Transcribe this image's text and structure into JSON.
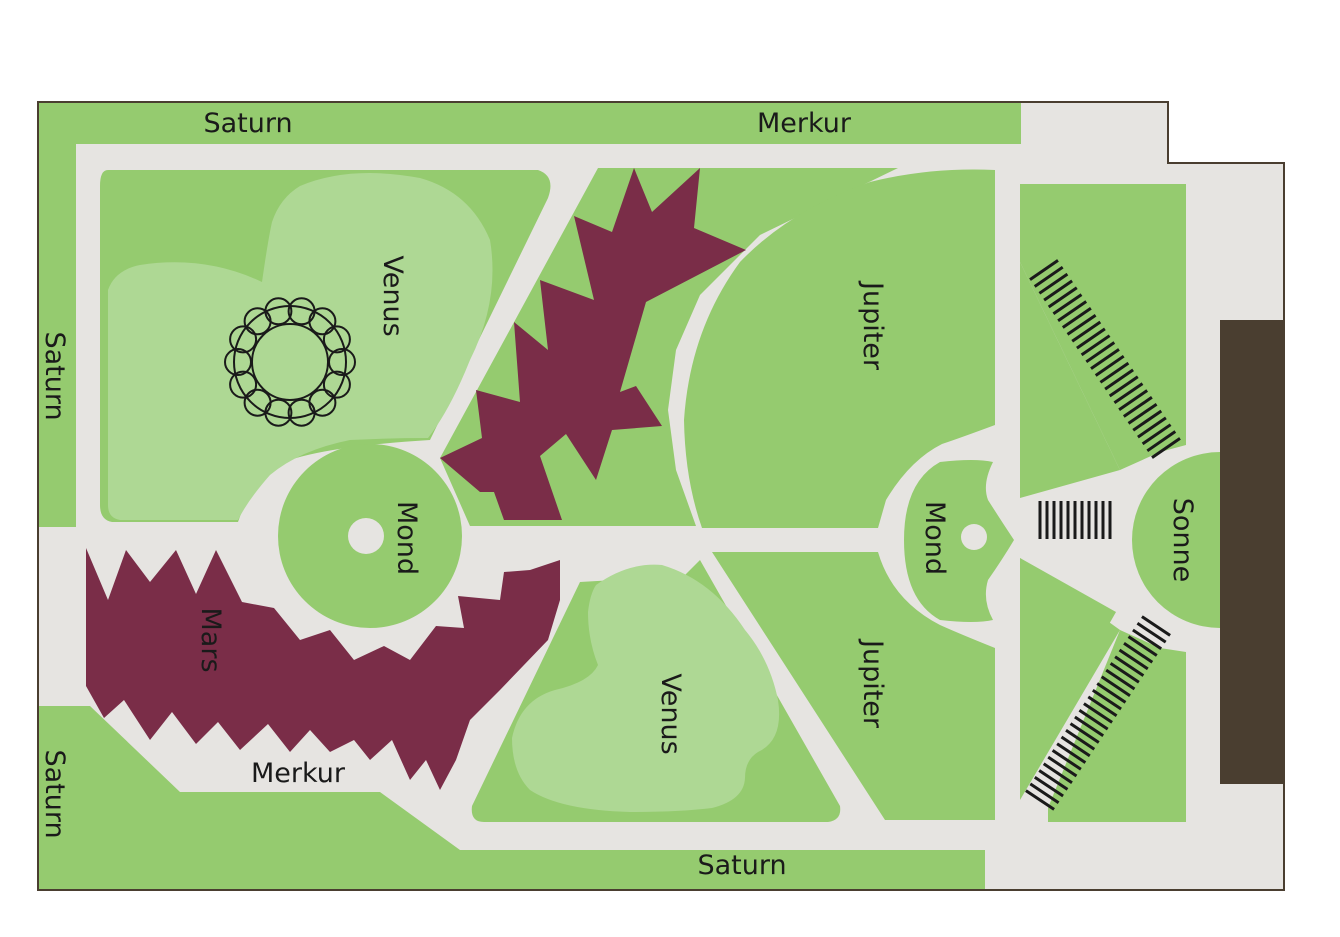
{
  "colors": {
    "path": "#e6e4e1",
    "lawn": "#95cb6f",
    "light_lawn": "#aed894",
    "mars_bed": "#7a2d48",
    "border": "#4a3e30",
    "building": "#4a3e30",
    "ink": "#1a1a1a"
  },
  "icons": {
    "ornament": "circular-loop-ornament-icon",
    "stairs": "stairs-icon"
  },
  "labels": {
    "saturn_top": "Saturn",
    "merkur_top": "Merkur",
    "saturn_left_upper": "Saturn",
    "saturn_left_lower": "Saturn",
    "saturn_bottom": "Saturn",
    "merkur_bottom": "Merkur",
    "venus_upper": "Venus",
    "venus_lower": "Venus",
    "mond_left": "Mond",
    "mond_right": "Mond",
    "jupiter_upper": "Jupiter",
    "jupiter_lower": "Jupiter",
    "mars": "Mars",
    "sonne": "Sonne"
  }
}
